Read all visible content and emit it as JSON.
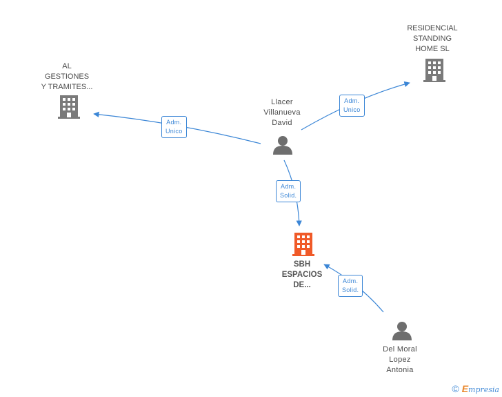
{
  "colors": {
    "edge": "#3b86d6",
    "company": "#7a7a7a",
    "focus_company": "#f05a28",
    "person": "#6e6e6e"
  },
  "nodes": {
    "al_gestiones": {
      "label": "AL\nGESTIONES\nY TRAMITES...",
      "icon": "building-icon"
    },
    "residencial": {
      "label": "RESIDENCIAL\nSTANDING\nHOME SL",
      "icon": "building-icon"
    },
    "llacer": {
      "label": "Llacer\nVillanueva\nDavid",
      "icon": "person-icon"
    },
    "sbh": {
      "label": "SBH\nESPACIOS\nDE...",
      "icon": "building-icon"
    },
    "delmoral": {
      "label": "Del Moral\nLopez\nAntonia",
      "icon": "person-icon"
    }
  },
  "edges": {
    "llacer_al": {
      "label": "Adm.\nUnico"
    },
    "llacer_res": {
      "label": "Adm.\nUnico"
    },
    "llacer_sbh": {
      "label": "Adm.\nSolid."
    },
    "delmoral_sbh": {
      "label": "Adm.\nSolid."
    }
  },
  "footer": {
    "copyright": "©",
    "brand_initial": "E",
    "brand_rest": "mpresia"
  }
}
